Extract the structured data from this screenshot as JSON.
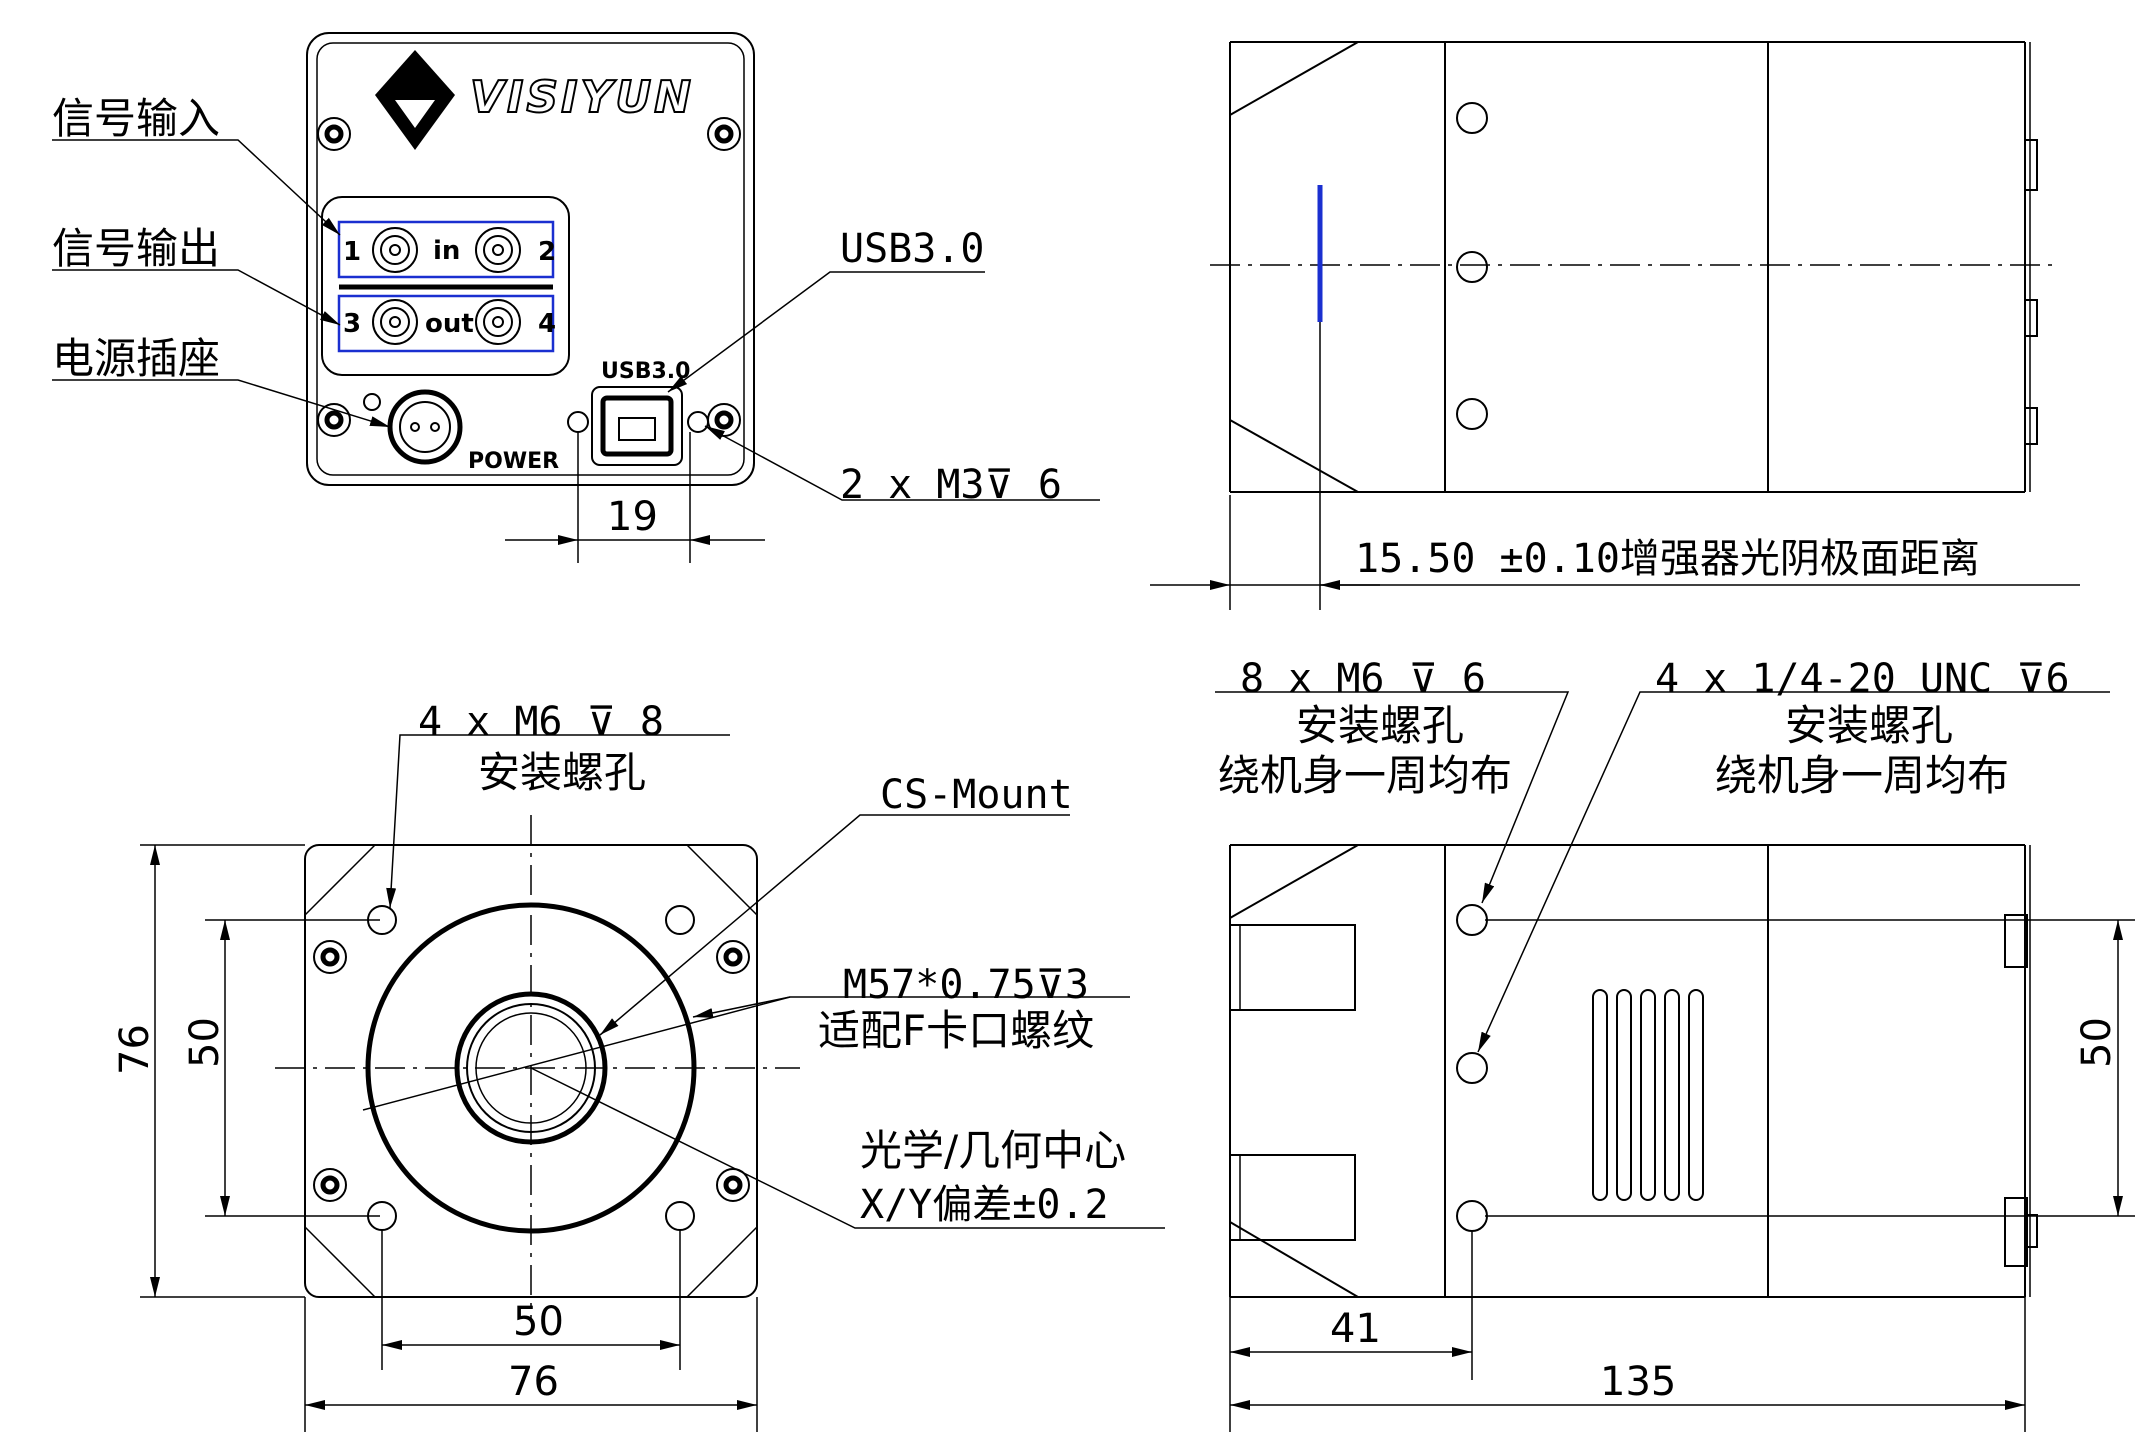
{
  "brand": {
    "logo_text": "VISIYUN"
  },
  "rear_view": {
    "label_signal_in": "信号输入",
    "label_signal_out": "信号输出",
    "label_power_socket": "电源插座",
    "label_usb": "USB3.0",
    "label_screws": "2 x  M3⊽ 6",
    "connector_in_text": "in",
    "connector_out_text": "out",
    "port_1": "1",
    "port_2": "2",
    "port_3": "3",
    "port_4": "4",
    "usb_port_text": "USB3.0",
    "power_text": "POWER",
    "dim_19": "19"
  },
  "top_view": {
    "label_distance": "15.50 ±0.10增强器光阴极面距离"
  },
  "front_view": {
    "label_holes_line1": "4 x  M6  ⊽ 8",
    "label_holes_line2": "安装螺孔",
    "label_mount": "CS-Mount",
    "label_thread_line1": "M57*0.75⊽3",
    "label_thread_line2": "适配F卡口螺纹",
    "label_center_line1": "光学/几何中心",
    "label_center_line2": "X/Y偏差±0.2",
    "dim_76_vertical": "76",
    "dim_50_vertical": "50",
    "dim_50_horizontal": "50",
    "dim_76_horizontal": "76"
  },
  "side_view": {
    "label_m6_line1": "8 x  M6 ⊽ 6",
    "label_m6_line2": "安装螺孔",
    "label_m6_line3": "绕机身一周均布",
    "label_unc_line1": "4 x 1/4-20 UNC  ⊽6",
    "label_unc_line2": "安装螺孔",
    "label_unc_line3": "绕机身一周均布",
    "dim_50": "50",
    "dim_41": "41",
    "dim_135": "135"
  },
  "colors": {
    "line": "#000000",
    "accent": "#1a2fd0",
    "background": "#ffffff"
  }
}
